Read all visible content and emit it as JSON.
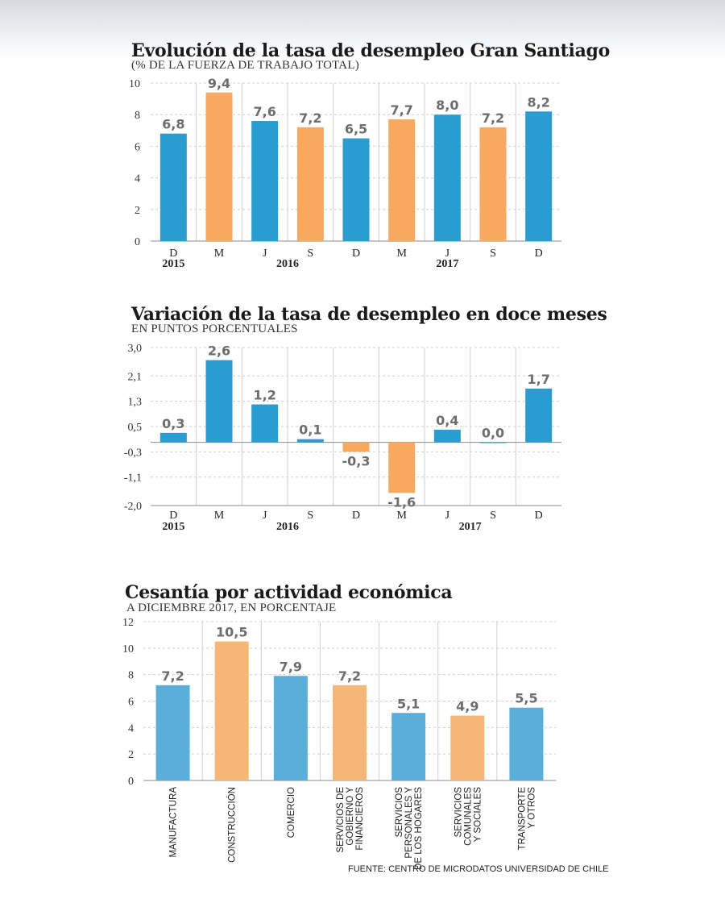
{
  "colors": {
    "blue": "#2b9ccf",
    "orange": "#f6a95f",
    "light_blue": "#5aafd8",
    "light_orange": "#f6b776",
    "grid": "#cfcfcf",
    "axis": "#8a8a8a"
  },
  "source": "FUENTE: CENTRO DE MICRODATOS UNIVERSIDAD DE CHILE",
  "chart_data": [
    {
      "type": "bar",
      "title": "Evolución de la tasa de desempleo Gran Santiago",
      "subtitle": "(% DE LA FUERZA DE TRABAJO TOTAL)",
      "categories": [
        "D",
        "M",
        "J",
        "S",
        "D",
        "M",
        "J",
        "S",
        "D"
      ],
      "values": [
        6.8,
        9.4,
        7.6,
        7.2,
        6.5,
        7.7,
        8.0,
        7.2,
        8.2
      ],
      "value_labels": [
        "6,8",
        "9,4",
        "7,6",
        "7,2",
        "6,5",
        "7,7",
        "8,0",
        "7,2",
        "8,2"
      ],
      "bar_colors": [
        "blue",
        "orange",
        "blue",
        "orange",
        "blue",
        "orange",
        "blue",
        "orange",
        "blue"
      ],
      "year_labels": [
        {
          "text": "2015",
          "at": 0
        },
        {
          "text": "2016",
          "at": 2.5
        },
        {
          "text": "2017",
          "at": 6
        }
      ],
      "yticks": [
        0,
        2,
        4,
        6,
        8,
        10
      ],
      "ytick_labels": [
        "0",
        "2",
        "4",
        "6",
        "8",
        "10"
      ],
      "ylim": [
        0,
        10
      ],
      "grid": true
    },
    {
      "type": "bar",
      "title": "Variación de la tasa de desempleo en doce meses",
      "subtitle": "EN PUNTOS PORCENTUALES",
      "categories": [
        "D",
        "M",
        "J",
        "S",
        "D",
        "M",
        "J",
        "S",
        "D"
      ],
      "values": [
        0.3,
        2.6,
        1.2,
        0.1,
        -0.3,
        -1.6,
        0.4,
        0.0,
        1.7
      ],
      "value_labels": [
        "0,3",
        "2,6",
        "1,2",
        "0,1",
        "-0,3",
        "-1,6",
        "0,4",
        "0,0",
        "1,7"
      ],
      "bar_colors": [
        "blue",
        "blue",
        "blue",
        "blue",
        "orange",
        "orange",
        "blue",
        "blue",
        "blue"
      ],
      "year_labels": [
        {
          "text": "2015",
          "at": 0
        },
        {
          "text": "2016",
          "at": 2.5
        },
        {
          "text": "2017",
          "at": 6.5
        }
      ],
      "yticks": [
        3.0,
        2.1,
        1.3,
        0.5,
        -0.3,
        -1.1,
        -2.0
      ],
      "ytick_labels": [
        "3,0",
        "2,1",
        "1,3",
        "0,5",
        "-0,3",
        "-1,1",
        "-2,0"
      ],
      "ylim": [
        -2.0,
        3.0
      ],
      "grid": true
    },
    {
      "type": "bar",
      "title": "Cesantía por actividad económica",
      "subtitle": "A DICIEMBRE 2017, EN PORCENTAJE",
      "categories": [
        [
          "MANUFACTURA"
        ],
        [
          "CONSTRUCCIÓN"
        ],
        [
          "COMERCIO"
        ],
        [
          "SERVICIOS DE",
          "GOBIERNO Y",
          "FINANCIEROS"
        ],
        [
          "SERVICIOS",
          "PERSONALES Y",
          "DE LOS HOGARES"
        ],
        [
          "SERVICIOS",
          "COMUNALES",
          "Y SOCIALES"
        ],
        [
          "TRANSPORTE",
          "Y OTROS"
        ]
      ],
      "values": [
        7.2,
        10.5,
        7.9,
        7.2,
        5.1,
        4.9,
        5.5
      ],
      "value_labels": [
        "7,2",
        "10,5",
        "7,9",
        "7,2",
        "5,1",
        "4,9",
        "5,5"
      ],
      "bar_colors": [
        "light_blue",
        "light_orange",
        "light_blue",
        "light_orange",
        "light_blue",
        "light_orange",
        "light_blue"
      ],
      "yticks": [
        0,
        2,
        4,
        6,
        8,
        10,
        12
      ],
      "ytick_labels": [
        "0",
        "2",
        "4",
        "6",
        "8",
        "10",
        "12"
      ],
      "ylim": [
        0,
        12
      ],
      "grid": true
    }
  ]
}
